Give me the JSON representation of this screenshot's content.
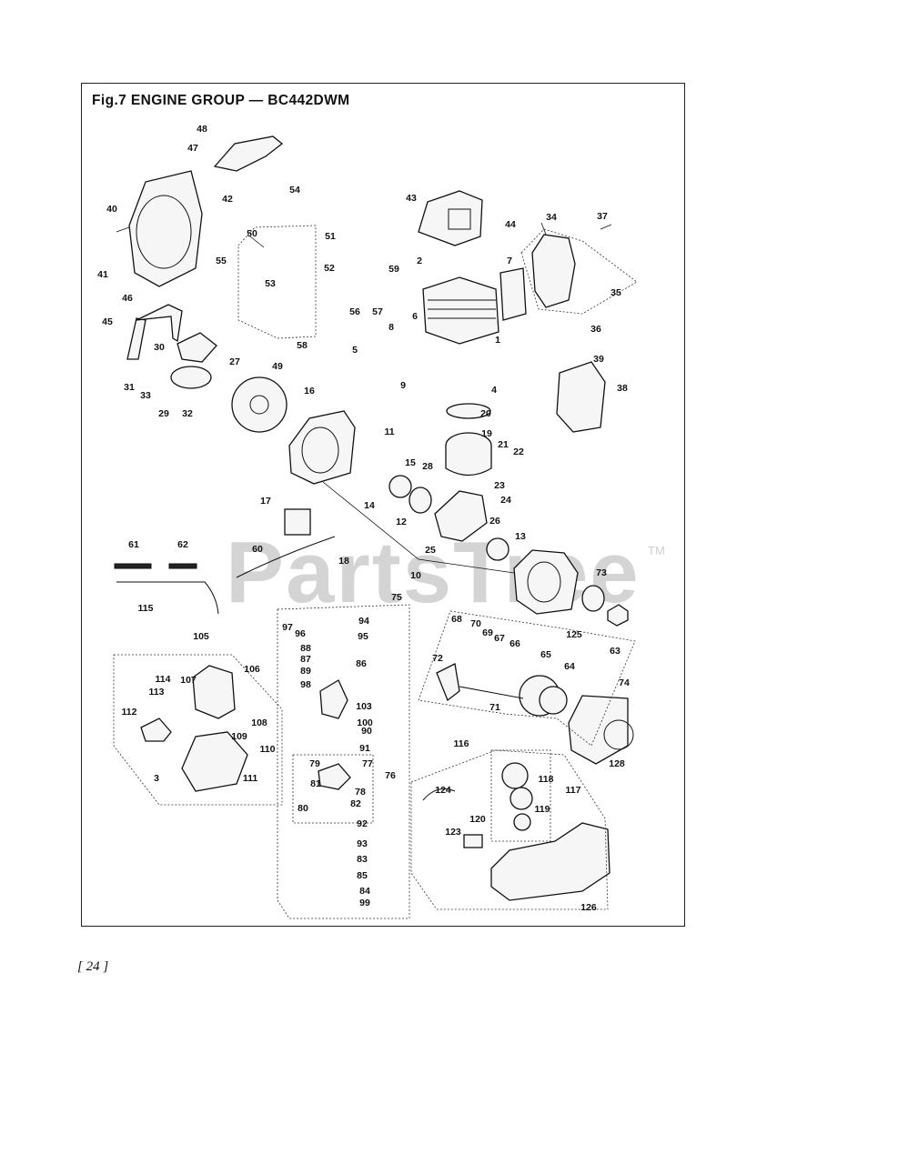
{
  "title": "Fig.7  ENGINE GROUP — BC442DWM",
  "page_number": "[ 24 ]",
  "watermark": "PartsTree",
  "watermark_tm": "TM",
  "part_labels": [
    "48",
    "47",
    "40",
    "42",
    "41",
    "55",
    "54",
    "50",
    "51",
    "52",
    "53",
    "58",
    "43",
    "44",
    "34",
    "37",
    "35",
    "36",
    "2",
    "7",
    "59",
    "57",
    "56",
    "8",
    "6",
    "1",
    "5",
    "9",
    "4",
    "46",
    "45",
    "30",
    "27",
    "49",
    "31",
    "33",
    "29",
    "32",
    "16",
    "39",
    "38",
    "20",
    "19",
    "21",
    "22",
    "11",
    "15",
    "28",
    "23",
    "24",
    "14",
    "12",
    "26",
    "13",
    "17",
    "25",
    "60",
    "18",
    "61",
    "62",
    "115",
    "10",
    "73",
    "97",
    "96",
    "94",
    "95",
    "75",
    "88",
    "87",
    "89",
    "86",
    "98",
    "103",
    "100",
    "90",
    "91",
    "79",
    "77",
    "76",
    "81",
    "78",
    "80",
    "82",
    "92",
    "93",
    "83",
    "85",
    "84",
    "99",
    "68",
    "70",
    "69",
    "67",
    "66",
    "65",
    "125",
    "63",
    "72",
    "64",
    "74",
    "71",
    "128",
    "105",
    "106",
    "114",
    "107",
    "113",
    "112",
    "108",
    "109",
    "110",
    "3",
    "111",
    "116",
    "124",
    "118",
    "117",
    "119",
    "120",
    "123",
    "126"
  ]
}
